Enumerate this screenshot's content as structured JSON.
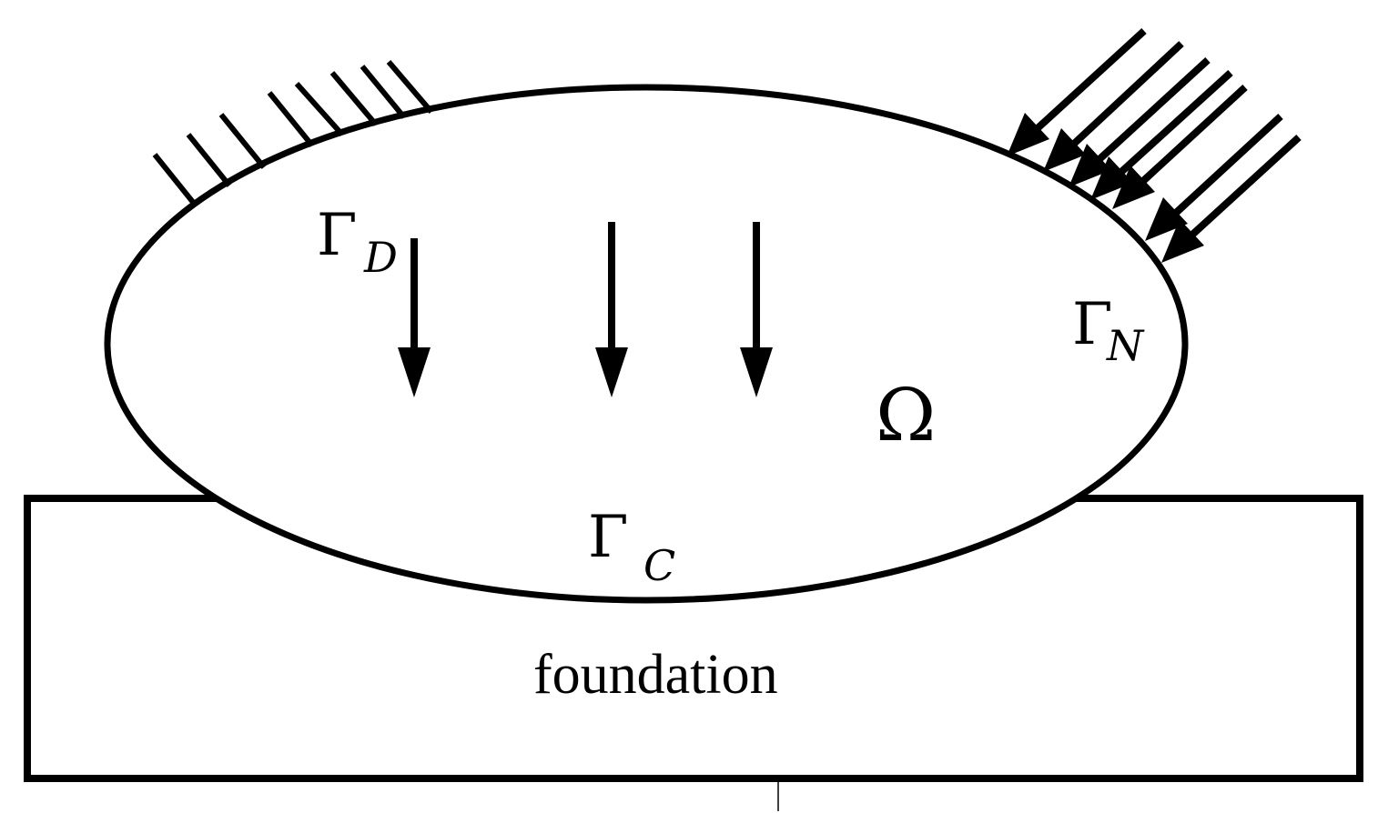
{
  "labels": {
    "gamma": "Γ",
    "dirichlet_subscript": "D",
    "neumann_subscript": "N",
    "contact_subscript": "C",
    "domain": "Ω",
    "foundation": "foundation"
  }
}
